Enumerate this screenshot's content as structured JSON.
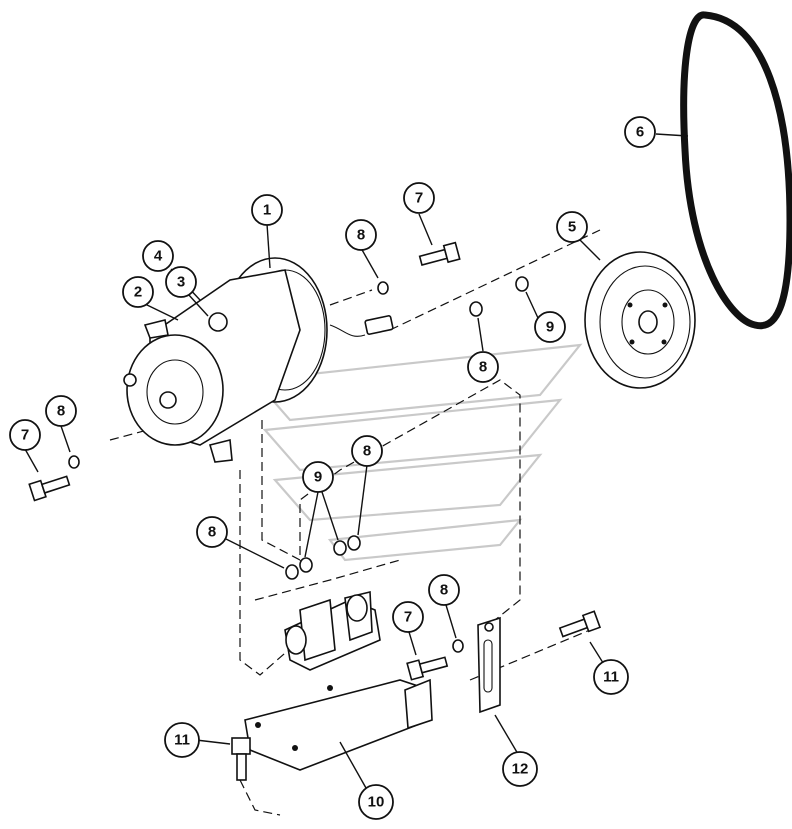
{
  "diagram": {
    "callouts": [
      {
        "id": "c1",
        "label": "1"
      },
      {
        "id": "c2",
        "label": "2"
      },
      {
        "id": "c3",
        "label": "3"
      },
      {
        "id": "c4",
        "label": "4"
      },
      {
        "id": "c5",
        "label": "5"
      },
      {
        "id": "c6",
        "label": "6"
      },
      {
        "id": "c7a",
        "label": "7"
      },
      {
        "id": "c7b",
        "label": "7"
      },
      {
        "id": "c7c",
        "label": "7"
      },
      {
        "id": "c8a",
        "label": "8"
      },
      {
        "id": "c8b",
        "label": "8"
      },
      {
        "id": "c8c",
        "label": "8"
      },
      {
        "id": "c8d",
        "label": "8"
      },
      {
        "id": "c8e",
        "label": "8"
      },
      {
        "id": "c8f",
        "label": "8"
      },
      {
        "id": "c9a",
        "label": "9"
      },
      {
        "id": "c9b",
        "label": "9"
      },
      {
        "id": "c10",
        "label": "10"
      },
      {
        "id": "c11a",
        "label": "11"
      },
      {
        "id": "c11b",
        "label": "11"
      },
      {
        "id": "c12",
        "label": "12"
      }
    ],
    "colors": {
      "line": "#111111",
      "watermark": "#c9c9c9",
      "background": "#ffffff"
    }
  }
}
